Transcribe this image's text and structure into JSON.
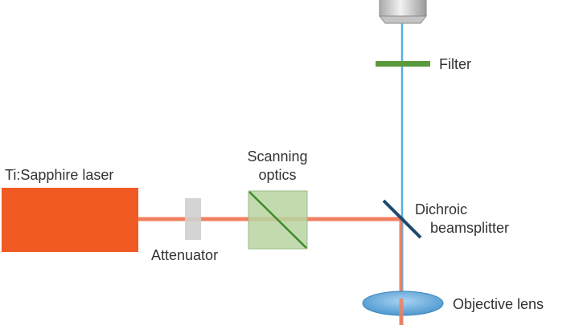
{
  "labels": {
    "laser": "Ti:Sapphire laser",
    "attenuator": "Attenuator",
    "scanning_line1": "Scanning",
    "scanning_line2": "optics",
    "filter": "Filter",
    "dichroic_line1": "Dichroic",
    "dichroic_line2": "beamsplitter",
    "objective": "Objective lens"
  },
  "colors": {
    "laser_body": "#f15a22",
    "excitation_beam": "#f08060",
    "emission_beam": "#5aaee0",
    "filter": "#5a9a3c",
    "scanning_box": "#b8d4a0",
    "scanning_mirror": "#3e8a2c",
    "dichroic_mirror": "#1f4a6e",
    "objective_lens": "#6bb0e0",
    "attenuator": "#cfcfcf",
    "detector": "#d8d8d8"
  }
}
